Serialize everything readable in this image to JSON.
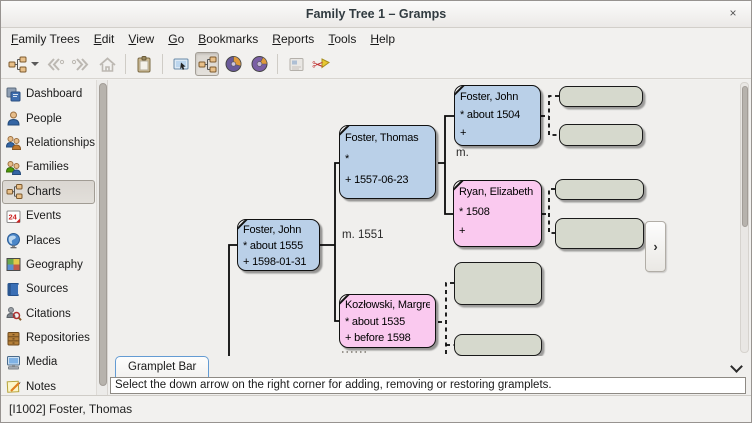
{
  "window": {
    "title": "Family Tree 1 – Gramps",
    "close_glyph": "×"
  },
  "menubar": {
    "items": [
      "Family Trees",
      "Edit",
      "View",
      "Go",
      "Bookmarks",
      "Reports",
      "Tools",
      "Help"
    ]
  },
  "toolbar": {
    "icons": [
      "pedigree-view-dropdown",
      "back",
      "forward",
      "home",
      "clipboard",
      "configure-active-view",
      "pedigree-chart",
      "fan-chart",
      "full-circle-fan-chart",
      "open-report",
      "make-filter"
    ],
    "active_icon": "pedigree-chart"
  },
  "sidebar": {
    "items": [
      {
        "label": "Dashboard",
        "icon": "dashboard-icon"
      },
      {
        "label": "People",
        "icon": "person-icon"
      },
      {
        "label": "Relationships",
        "icon": "relationships-icon"
      },
      {
        "label": "Families",
        "icon": "families-icon"
      },
      {
        "label": "Charts",
        "icon": "charts-icon",
        "selected": true
      },
      {
        "label": "Events",
        "icon": "events-icon"
      },
      {
        "label": "Places",
        "icon": "places-icon"
      },
      {
        "label": "Geography",
        "icon": "geography-icon"
      },
      {
        "label": "Sources",
        "icon": "sources-icon"
      },
      {
        "label": "Citations",
        "icon": "citations-icon"
      },
      {
        "label": "Repositories",
        "icon": "repositories-icon"
      },
      {
        "label": "Media",
        "icon": "media-icon"
      },
      {
        "label": "Notes",
        "icon": "notes-icon"
      }
    ]
  },
  "chart": {
    "persons": [
      {
        "role": "child",
        "name": "Foster, John",
        "birth": "* about 1555",
        "death": "+ 1598-01-31",
        "box_color": "#bad0e8"
      },
      {
        "role": "father",
        "name": "Foster, Thomas",
        "birth": "*",
        "death": "+ 1557-06-23",
        "box_color": "#bad0e8"
      },
      {
        "role": "mother",
        "name": "Kozłowski, Margret",
        "birth": "* about 1535",
        "death": "+ before 1598",
        "box_color": "#fac9ef"
      },
      {
        "role": "grandfather",
        "name": "Foster, John",
        "birth": "* about 1504",
        "death": "+",
        "box_color": "#bad0e8"
      },
      {
        "role": "grandmother",
        "name": "Ryan, Elizabeth",
        "birth": "* 1508",
        "death": "+",
        "box_color": "#fac9ef"
      }
    ],
    "marriages": [
      {
        "label": "m. 1551"
      },
      {
        "label": "m."
      }
    ],
    "empty_box_color": "#d6d9cd",
    "expand_glyph": "›"
  },
  "gramplet_bar": {
    "tab_label": "Gramplet Bar",
    "message": "Select the down arrow on the right corner for adding, removing or restoring gramplets."
  },
  "statusbar": {
    "text": "[I1002] Foster, Thomas"
  }
}
